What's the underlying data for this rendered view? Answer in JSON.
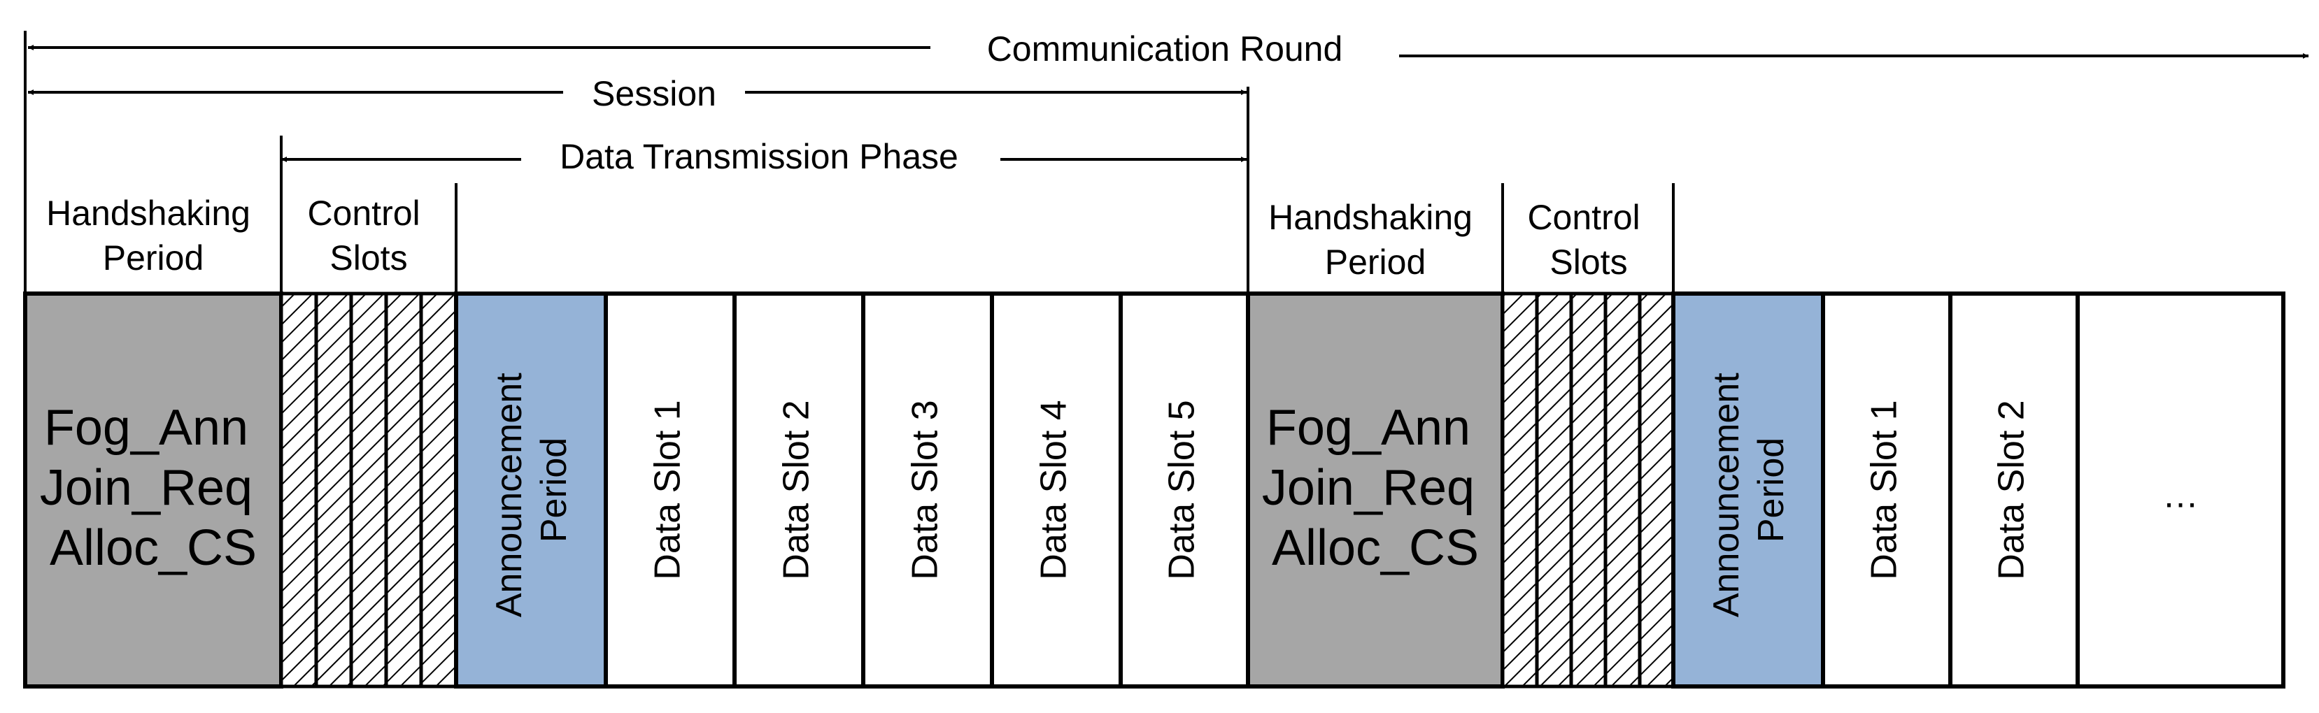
{
  "colors": {
    "handshake_fill": "#a6a6a6",
    "announcement_fill": "#95b3d7",
    "data_fill": "#ffffff",
    "line": "#000000"
  },
  "spans": {
    "communication_round": "Communication Round",
    "session": "Session",
    "data_transmission_phase": "Data Transmission Phase"
  },
  "headers": {
    "handshaking_period_1": [
      "Handshaking",
      "Period"
    ],
    "control_slots_1": [
      "Control",
      "Slots"
    ],
    "handshaking_period_2": [
      "Handshaking",
      "Period"
    ],
    "control_slots_2": [
      "Control",
      "Slots"
    ]
  },
  "session_1": {
    "handshake_lines": [
      "Fog_Ann",
      "Join_Req",
      "Alloc_CS"
    ],
    "control_slot_count": 5,
    "announcement": [
      "Announcement",
      "Period"
    ],
    "data_slots": [
      "Data Slot 1",
      "Data Slot 2",
      "Data Slot 3",
      "Data Slot 4",
      "Data Slot 5"
    ]
  },
  "session_2": {
    "handshake_lines": [
      "Fog_Ann",
      "Join_Req",
      "Alloc_CS"
    ],
    "control_slot_count": 5,
    "announcement": [
      "Announcement",
      "Period"
    ],
    "data_slots": [
      "Data Slot 1",
      "Data Slot 2"
    ],
    "ellipsis": "…"
  }
}
